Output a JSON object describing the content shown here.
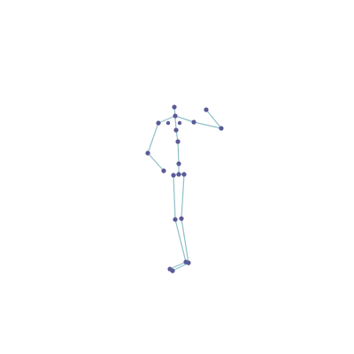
{
  "skeleton": {
    "bone_color": "#8fc0c8",
    "joint_color": "#5a5a96",
    "joints": [
      {
        "id": "head"
      },
      {
        "id": "neck"
      },
      {
        "id": "spine-upper"
      },
      {
        "id": "spine-mid"
      },
      {
        "id": "spine-lower"
      },
      {
        "id": "pelvis"
      },
      {
        "id": "hip-left"
      },
      {
        "id": "hip-right"
      },
      {
        "id": "shoulder-left"
      },
      {
        "id": "shoulder-right"
      },
      {
        "id": "elbow-left"
      },
      {
        "id": "wrist-left"
      },
      {
        "id": "elbow-right"
      },
      {
        "id": "wrist-right"
      },
      {
        "id": "knee-left"
      },
      {
        "id": "knee-right"
      },
      {
        "id": "ankle-left"
      },
      {
        "id": "ankle-right"
      },
      {
        "id": "foot-left"
      },
      {
        "id": "foot-right"
      }
    ]
  }
}
